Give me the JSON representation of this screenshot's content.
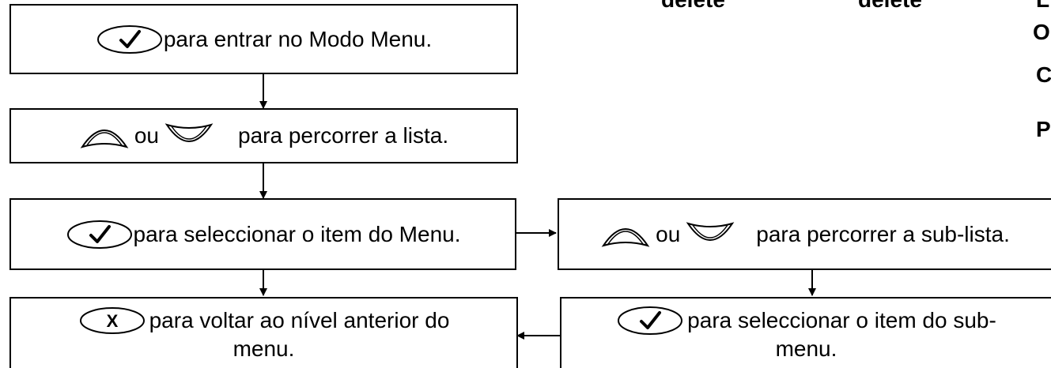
{
  "header_fragments": {
    "delete_1": "delete",
    "delete_2": "delete",
    "letter_1": "L",
    "letter_2": "O",
    "letter_3": "C",
    "letter_4": "P"
  },
  "steps": {
    "enter_menu": {
      "key_icon": "check-key",
      "text": "para entrar no Modo Menu."
    },
    "scroll_list": {
      "key_icon_1": "up-key",
      "or": "ou",
      "key_icon_2": "down-key",
      "text": "para percorrer a lista."
    },
    "select_item": {
      "key_icon": "check-key",
      "text": "para seleccionar o item do Menu."
    },
    "go_back": {
      "key_icon": "x-key",
      "line1": "para voltar ao nível anterior do",
      "line2": "menu."
    },
    "scroll_sublist": {
      "key_icon_1": "up-key",
      "or": "ou",
      "key_icon_2": "down-key",
      "text": "para percorrer a sub-lista."
    },
    "select_subitem": {
      "key_icon": "check-key",
      "line1": "para seleccionar o item do sub-",
      "line2": "menu."
    }
  },
  "key_x_label": "X"
}
